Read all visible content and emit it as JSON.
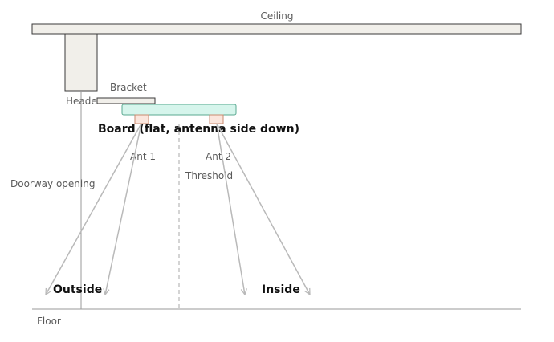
{
  "labels": {
    "ceiling": "Ceiling",
    "bracket": "Bracket",
    "header": "Header",
    "board": "Board (flat, antenna side down)",
    "ant1": "Ant 1",
    "ant2": "Ant 2",
    "threshold": "Threshold",
    "doorway": "Doorway opening",
    "outside": "Outside",
    "inside": "Inside",
    "floor": "Floor"
  },
  "colors": {
    "structure_fill": "#f1efea",
    "structure_stroke": "#3a3a3a",
    "board_fill": "#d6f5ec",
    "board_stroke": "#5aa991",
    "antenna_fill": "#fbe6dd",
    "antenna_stroke": "#c98a70",
    "ray": "#b9b9b9",
    "line": "#9a9a9a"
  }
}
